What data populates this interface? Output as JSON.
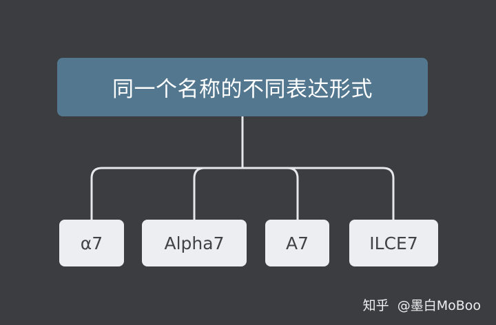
{
  "root": {
    "label": "同一个名称的不同表达形式"
  },
  "children": [
    {
      "label": "α7"
    },
    {
      "label": "Alpha7"
    },
    {
      "label": "A7"
    },
    {
      "label": "ILCE7"
    }
  ],
  "watermark": {
    "site": "知乎",
    "author": "@墨白MoBoo"
  },
  "colors": {
    "background": "#3b3d41",
    "root_fill": "#52778f",
    "child_fill": "#eceef1",
    "connector": "#e6e8eb"
  }
}
